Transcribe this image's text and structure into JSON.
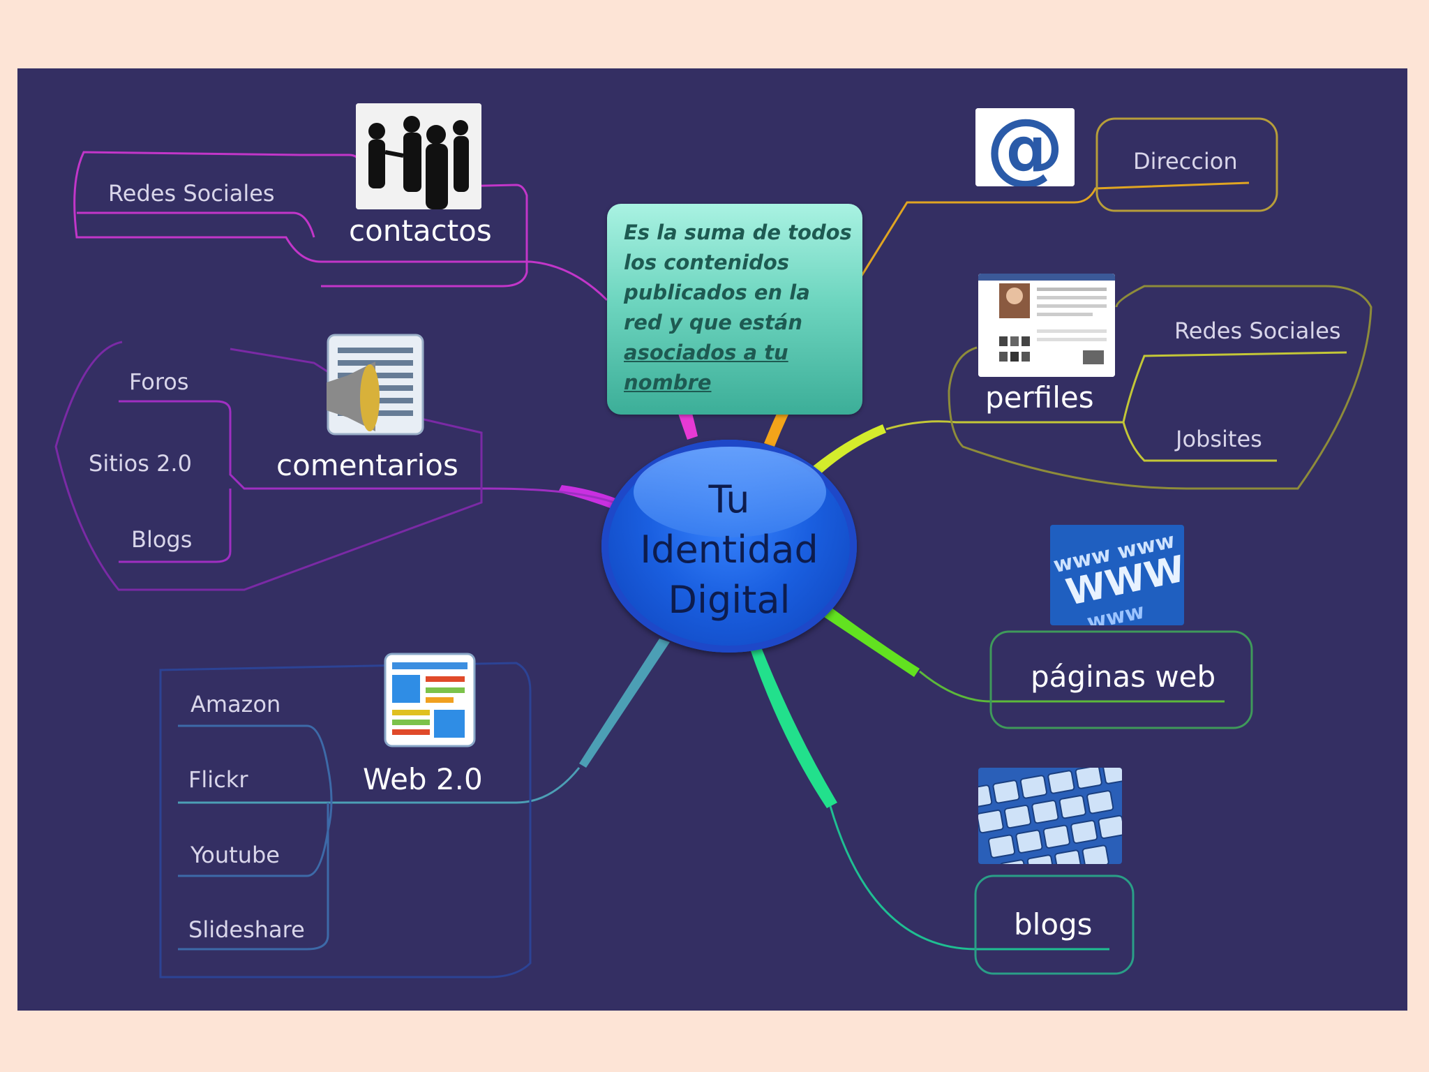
{
  "center": {
    "lines": [
      "Tu",
      "Identidad",
      "Digital"
    ]
  },
  "note": {
    "text": "Es la suma de todos los contenidos publicados en la red y que están",
    "link": "asociados a tu nombre"
  },
  "branches": {
    "contactos": {
      "label": "contactos",
      "children": [
        "Redes Sociales"
      ],
      "color": "#d63be0"
    },
    "comentarios": {
      "label": "comentarios",
      "children": [
        "Foros",
        "Sitios 2.0",
        "Blogs"
      ],
      "color": "#b02fd6"
    },
    "web20": {
      "label": "Web 2.0",
      "children": [
        "Amazon",
        "Flickr",
        "Youtube",
        "Slideshare"
      ],
      "color": "#4aa4b8"
    },
    "direccion": {
      "label": "Direccion",
      "color": "#f2a81c"
    },
    "perfiles": {
      "label": "perfiles",
      "children": [
        "Redes Sociales",
        "Jobsites"
      ],
      "color": "#d9e53a"
    },
    "paginas": {
      "label": "páginas web",
      "color": "#6dde22"
    },
    "blogs": {
      "label": "blogs",
      "color": "#27e08a"
    }
  },
  "icons": [
    "people-silhouette-icon",
    "comment-speaker-icon",
    "webpage-layout-icon",
    "at-sign-icon",
    "profile-page-icon",
    "www-icon",
    "keyboard-icon"
  ]
}
